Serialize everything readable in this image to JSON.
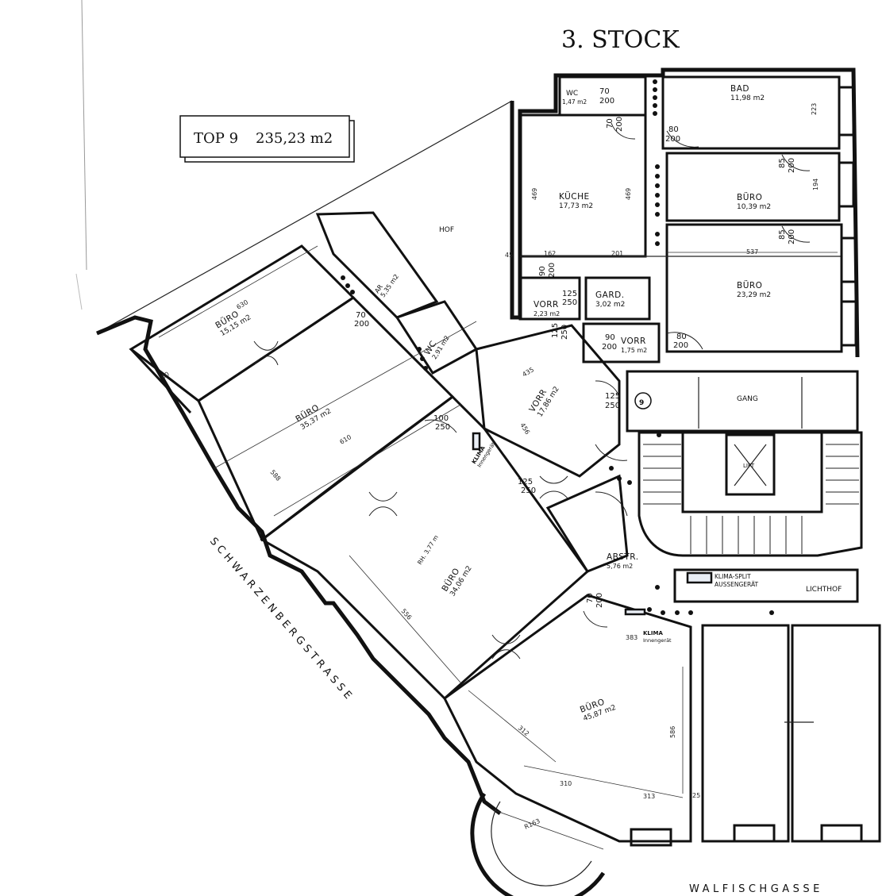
{
  "floor_title": "3. STOCK",
  "unit_label": "TOP 9",
  "unit_area": "235,23 m2",
  "streets": {
    "left": "SCHWARZENBERGSTRASSE",
    "bottom": "WALFISCHGASSE"
  },
  "labels": {
    "hof": "HOF",
    "gang": "GANG",
    "lift": "LIFT",
    "lichthof": "LICHTHOF",
    "klima_split": "KLIMA-SPLIT",
    "aussengeraet": "AUSSENGERÄT",
    "klima": "KLIMA",
    "innengeraet": "Innengerät",
    "room_height": "RH. 3,77 m",
    "unit_number": "9"
  },
  "rooms": [
    {
      "id": "bad",
      "name": "BAD",
      "area": "11,98 m2"
    },
    {
      "id": "wc-top",
      "name": "WC",
      "area": "1,47 m2"
    },
    {
      "id": "kueche",
      "name": "KÜCHE",
      "area": "17,73 m2"
    },
    {
      "id": "buero-right-1",
      "name": "BÜRO",
      "area": "10,39 m2"
    },
    {
      "id": "buero-right-2",
      "name": "BÜRO",
      "area": "23,29 m2"
    },
    {
      "id": "vorr-1",
      "name": "VORR",
      "area": "2,23 m2"
    },
    {
      "id": "gard",
      "name": "GARD.",
      "area": "3,02 m2"
    },
    {
      "id": "vorr-2",
      "name": "VORR",
      "area": "1,75 m2"
    },
    {
      "id": "ar",
      "name": "AR",
      "area": "5,35 m2"
    },
    {
      "id": "wc-left",
      "name": "WC",
      "area": "2,91 m2"
    },
    {
      "id": "buero-small",
      "name": "BÜRO",
      "area": "15,15 m2"
    },
    {
      "id": "buero-large",
      "name": "BÜRO",
      "area": "35,37 m2"
    },
    {
      "id": "vorr-main",
      "name": "VORR",
      "area": "17,86 m2"
    },
    {
      "id": "buero-center",
      "name": "BÜRO",
      "area": "34,06 m2"
    },
    {
      "id": "abstr",
      "name": "ABSTR.",
      "area": "5,76 m2"
    },
    {
      "id": "buero-corner",
      "name": "BÜRO",
      "area": "45,87 m2"
    }
  ],
  "doors": [
    {
      "w": "70",
      "h": "200"
    },
    {
      "w": "80",
      "h": "200"
    },
    {
      "w": "85",
      "h": "200"
    },
    {
      "w": "85",
      "h": "200"
    },
    {
      "w": "90",
      "h": "200"
    },
    {
      "w": "125",
      "h": "250"
    },
    {
      "w": "125",
      "h": "250"
    },
    {
      "w": "90",
      "h": "200"
    },
    {
      "w": "80",
      "h": "200"
    },
    {
      "w": "70",
      "h": "200"
    },
    {
      "w": "100",
      "h": "250"
    },
    {
      "w": "125",
      "h": "250"
    },
    {
      "w": "125",
      "h": "250"
    },
    {
      "w": "70",
      "h": "200"
    },
    {
      "w": "70",
      "h": "200"
    }
  ],
  "dimensions": [
    "469",
    "469",
    "537",
    "201",
    "162",
    "630",
    "588",
    "610",
    "556",
    "435",
    "456",
    "312",
    "310",
    "313",
    "586",
    "383",
    "194",
    "223",
    "45",
    "60",
    "25",
    "R163"
  ]
}
